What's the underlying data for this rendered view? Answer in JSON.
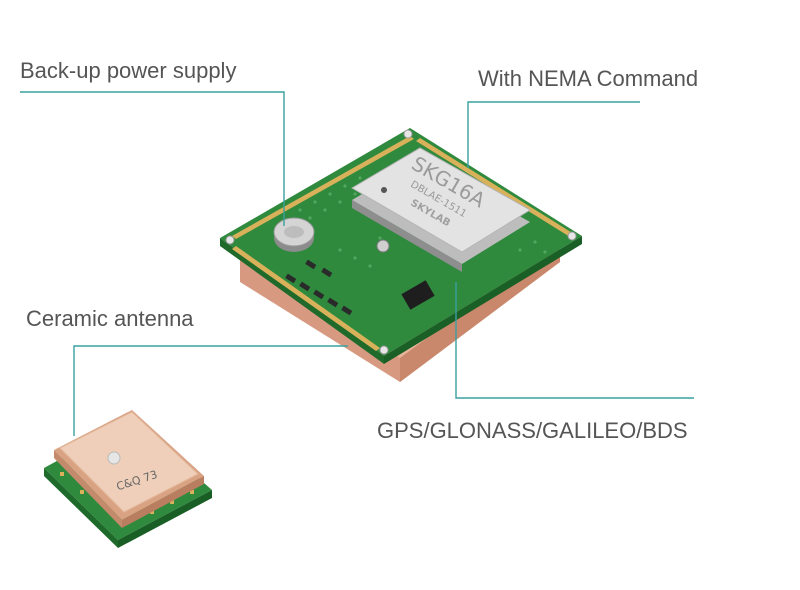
{
  "callouts": {
    "backup_power": "Back-up power supply",
    "nema": "With NEMA Command",
    "ceramic": "Ceramic antenna",
    "gnss": "GPS/GLONASS/GALILEO/BDS"
  },
  "module": {
    "model": "SKG16A",
    "part": "DBLAE-1511",
    "brand": "SKYLAB"
  },
  "antenna": {
    "marking": "C&Q 73"
  },
  "colors": {
    "callout_line": "#3aa0a0",
    "pcb_green": "#2f8a3e",
    "ceramic": "#e6b89a",
    "shield": "#d9d9d9",
    "text": "#555555"
  }
}
